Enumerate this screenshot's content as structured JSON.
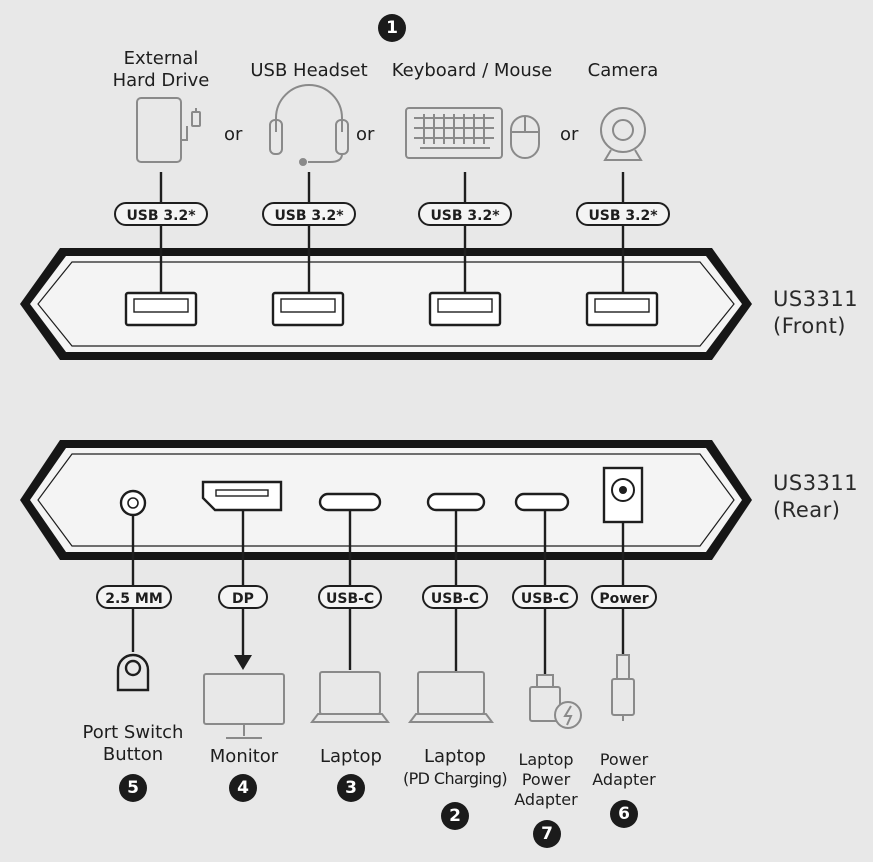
{
  "front": {
    "model": "US3311",
    "side": "(Front)",
    "callout": "1",
    "or_label": "or",
    "devices": [
      {
        "label": "External\nHard Drive",
        "icon": "external-hard-drive-icon",
        "port": "USB 3.2*"
      },
      {
        "label": "USB Headset",
        "icon": "usb-headset-icon",
        "port": "USB 3.2*"
      },
      {
        "label": "Keyboard / Mouse",
        "icon": "keyboard-mouse-icon",
        "port": "USB 3.2*"
      },
      {
        "label": "Camera",
        "icon": "camera-icon",
        "port": "USB 3.2*"
      }
    ]
  },
  "rear": {
    "model": "US3311",
    "side": "(Rear)",
    "ports": [
      {
        "badge": "2.5 MM",
        "label_1": "Port Switch",
        "label_2": "Button",
        "callout": "5",
        "icon": "port-switch-button-icon"
      },
      {
        "badge": "DP",
        "label_1": "Monitor",
        "label_2": "",
        "callout": "4",
        "icon": "monitor-icon"
      },
      {
        "badge": "USB-C",
        "label_1": "Laptop",
        "label_2": "",
        "callout": "3",
        "icon": "laptop-icon"
      },
      {
        "badge": "USB-C",
        "label_1": "Laptop",
        "label_2": "(PD Charging)",
        "callout": "2",
        "icon": "laptop-pd-icon"
      },
      {
        "badge": "USB-C",
        "label_1": "Laptop",
        "label_2": "Power",
        "label_3": "Adapter",
        "callout": "7",
        "icon": "laptop-power-adapter-icon"
      },
      {
        "badge": "Power",
        "label_1": "Power",
        "label_2": "Adapter",
        "callout": "6",
        "icon": "power-adapter-icon"
      }
    ]
  },
  "colors": {
    "line": "#1e1e1e",
    "icon": "#8a8a8a",
    "background": "#e8e8e8",
    "panel": "#f4f4f4"
  }
}
